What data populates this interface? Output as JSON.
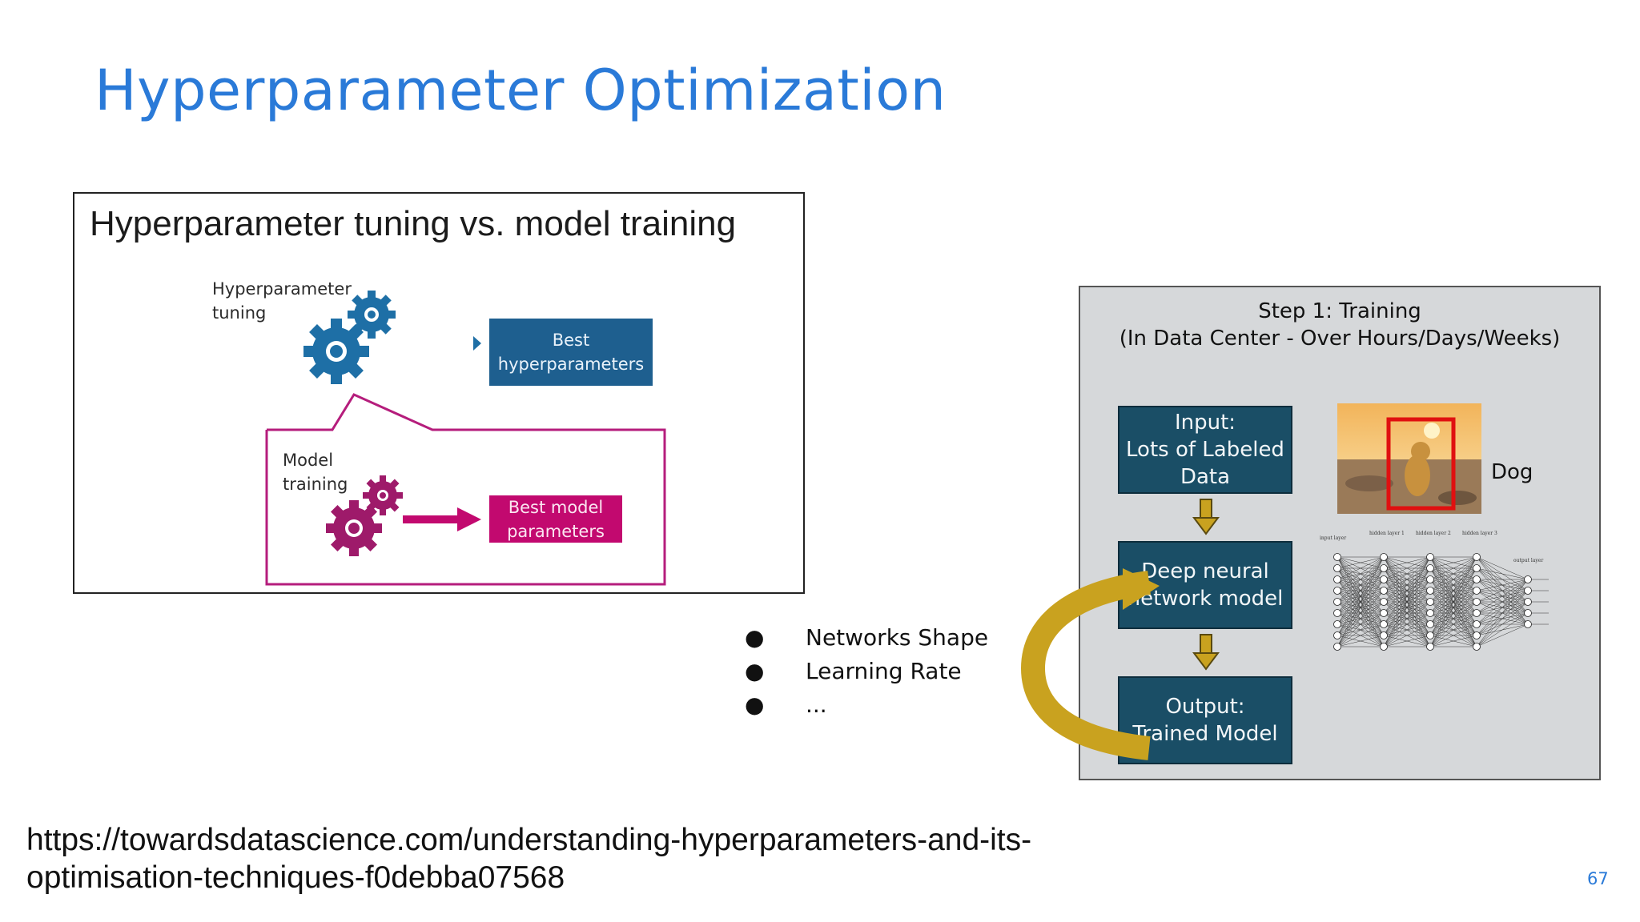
{
  "slide": {
    "title": "Hyperparameter Optimization",
    "page_number": "67",
    "source_url": "https://towardsdatascience.com/understanding-hyperparameters-and-its-optimisation-techniques-f0debba07568"
  },
  "left_figure": {
    "heading": "Hyperparameter tuning vs. model training",
    "hp_tuning_label": "Hyperparameter\ntuning",
    "best_hp_box": "Best\nhyperparameters",
    "model_training_label": "Model\ntraining",
    "best_model_box": "Best model\nparameters"
  },
  "bullets": {
    "items": [
      "Networks Shape",
      "Learning Rate",
      "..."
    ],
    "marker": "●"
  },
  "right_figure": {
    "step_title": "Step 1: Training\n(In Data Center - Over Hours/Days/Weeks)",
    "input_box": "Input:\nLots of Labeled\nData",
    "dnn_box": "Deep neural\nnetwork model",
    "output_box": "Output:\nTrained Model",
    "dog_label": "Dog",
    "nn_layer_labels": [
      "input layer",
      "hidden layer 1",
      "hidden layer 2",
      "hidden layer 3",
      "output layer"
    ]
  },
  "colors": {
    "title": "#2a7ad8",
    "blue_gear": "#1e6fa6",
    "pink_gear": "#9e1a6a",
    "pink_box": "#c2096f",
    "dark_box": "#1a4e66",
    "gold_arrow": "#c9a21f",
    "bbox_red": "#e01010"
  }
}
